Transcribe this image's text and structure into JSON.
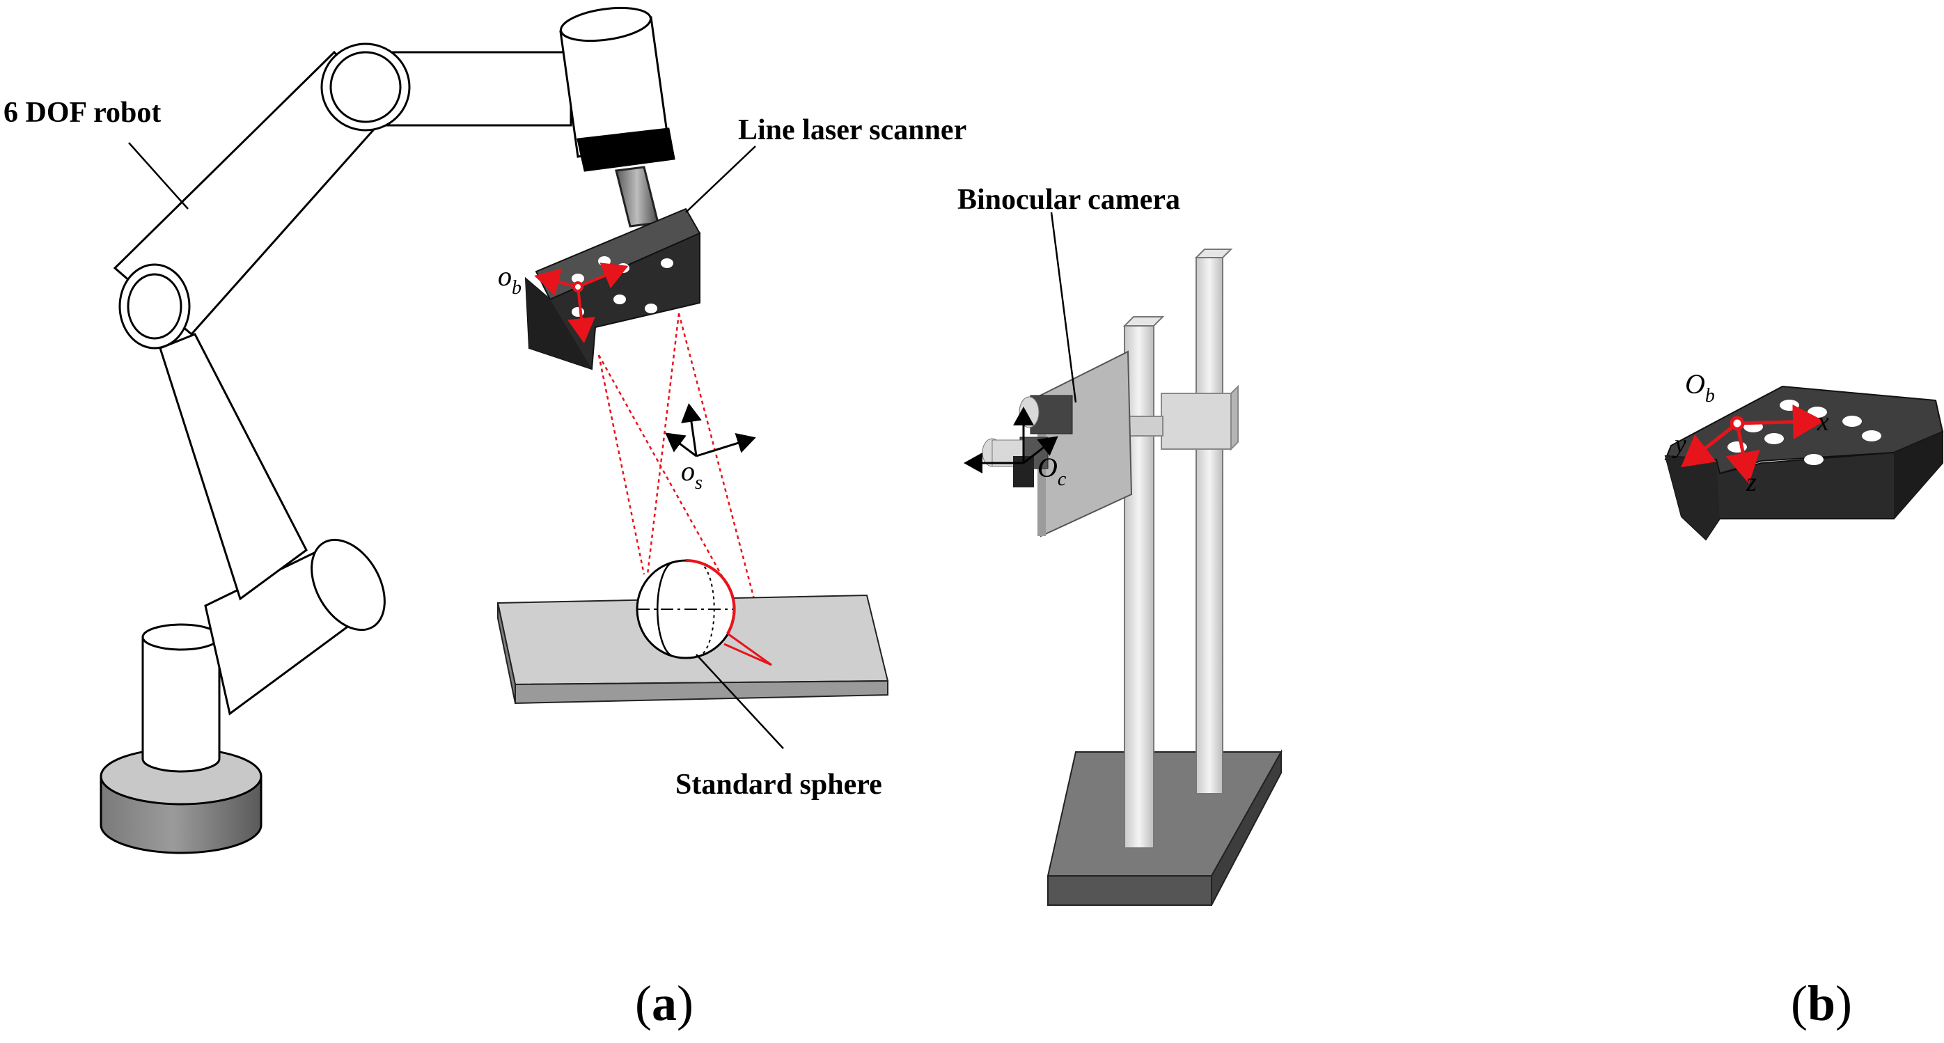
{
  "labels": {
    "robot": "6 DOF robot",
    "scanner": "Line laser scanner",
    "camera": "Binocular camera",
    "sphere": "Standard sphere"
  },
  "frames": {
    "ob_small": {
      "main": "o",
      "sub": "b"
    },
    "os": {
      "main": "o",
      "sub": "s"
    },
    "oc": {
      "main": "O",
      "sub": "c"
    },
    "ob_big": {
      "main": "O",
      "sub": "b"
    }
  },
  "axes": {
    "x": "x",
    "y": "y",
    "z": "z"
  },
  "panels": {
    "a": {
      "open": "(",
      "letter": "a",
      "close": ")"
    },
    "b": {
      "open": "(",
      "letter": "b",
      "close": ")"
    }
  },
  "colors": {
    "laser": "#e8141b",
    "line": "#000000",
    "dark_block": "#2b2b2b",
    "gray": "#c8c8c8"
  }
}
